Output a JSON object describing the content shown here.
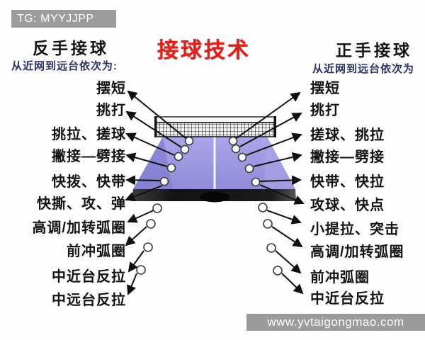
{
  "badge": {
    "text": "TG: MYYJJPP"
  },
  "title": "接球技术",
  "left_column": {
    "header": "反手接球",
    "subheader": "从近网到远台依次为:",
    "items": [
      "摆短",
      "挑打",
      "挑拉、搓球",
      "撇接—劈接",
      "快拨、快带",
      "快撕、攻、弹",
      "高调/加转弧圈",
      "前冲弧圈",
      "中近台反拉",
      "中远台反拉"
    ]
  },
  "right_column": {
    "header": "正手接球",
    "subheader": "从近网到远台依次为",
    "items": [
      "摆短",
      "挑打",
      "搓球、挑拉",
      "撇接—劈接",
      "快带、快拉",
      "攻球、快点",
      "小提拉、突击",
      "高调/加转弧圈",
      "前冲弧圈",
      "中近台反拉"
    ]
  },
  "watermark": {
    "text": "www.yvtaigongmao.com"
  },
  "colors": {
    "title_red": "#e3201b",
    "subheader_ink": "#2e3263",
    "table_purple": "#9d98df",
    "table_edge_dark": "#1c1c1c",
    "badge_gray": "#9c9c9c",
    "watermark_gray": "#9b9b9b"
  },
  "icons": {
    "table": "ping-pong-table",
    "net": "table-net",
    "ball": "ball-marker",
    "arrow": "pointer-arrow"
  }
}
